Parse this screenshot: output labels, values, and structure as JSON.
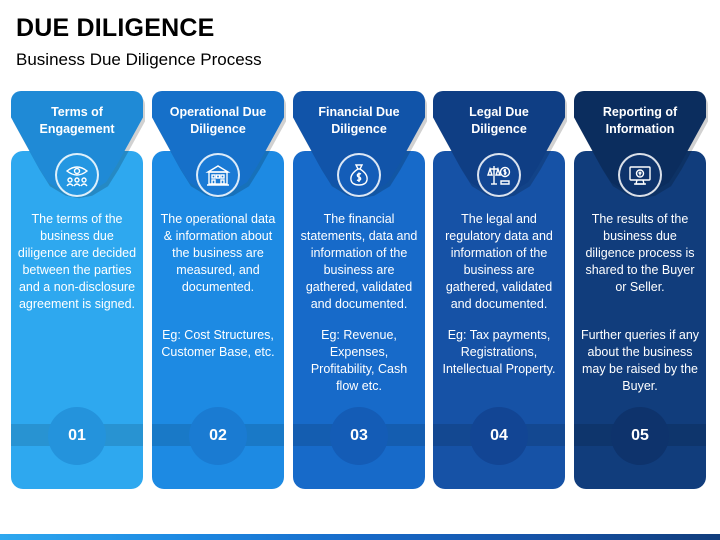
{
  "header": {
    "title": "DUE DILIGENCE",
    "subtitle": "Business Due Diligence Process"
  },
  "steps": [
    {
      "label": "Terms of Engagement",
      "icon": "handshake-eye-icon",
      "description": "The terms of the business due diligence are decided between the parties and a non-disclosure agreement is signed.",
      "example": "",
      "number": "01"
    },
    {
      "label": "Operational Due Diligence",
      "icon": "building-icon",
      "description": "The operational data & information about the business are measured, and documented.",
      "example": "Eg: Cost Structures, Customer Base, etc.",
      "number": "02"
    },
    {
      "label": "Financial Due Diligence",
      "icon": "money-bag-icon",
      "description": "The financial statements, data and information of the business are gathered, validated and documented.",
      "example": "Eg: Revenue, Expenses, Profitability, Cash flow etc.",
      "number": "03"
    },
    {
      "label": "Legal Due Diligence",
      "icon": "legal-scale-icon",
      "description": "The legal and regulatory data and information of the business are gathered, validated and documented.",
      "example": "Eg: Tax payments, Registrations, Intellectual Property.",
      "number": "04"
    },
    {
      "label": "Reporting of Information",
      "icon": "monitor-report-icon",
      "description": "The results of the business due diligence process is shared to the Buyer or Seller.",
      "example": "Further queries if any about the business may be raised by the Buyer.",
      "number": "05"
    }
  ],
  "colors": {
    "step1": "#2ea8ef",
    "step2": "#1d8ae3",
    "step3": "#176ac9",
    "step4": "#1652a6",
    "step5": "#113d7c"
  }
}
